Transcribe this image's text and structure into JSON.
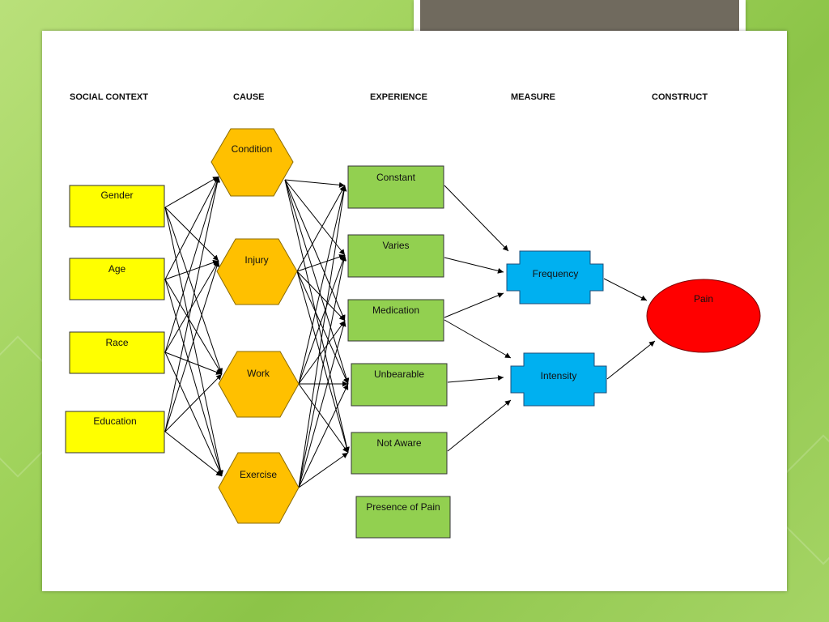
{
  "headers": {
    "social_context": "SOCIAL CONTEXT",
    "cause": "CAUSE",
    "experience": "EXPERIENCE",
    "measure": "MEASURE",
    "construct": "CONSTRUCT"
  },
  "nodes": {
    "gender": "Gender",
    "age": "Age",
    "race": "Race",
    "education": "Education",
    "condition": "Condition",
    "injury": "Injury",
    "work": "Work",
    "exercise": "Exercise",
    "constant": "Constant",
    "varies": "Varies",
    "medication": "Medication",
    "unbearable": "Unbearable",
    "not_aware": "Not Aware",
    "presence_of_pain": "Presence of Pain",
    "frequency": "Frequency",
    "intensity": "Intensity",
    "pain": "Pain"
  },
  "colors": {
    "social": "#ffff00",
    "cause": "#ffc000",
    "experience": "#92d050",
    "measure": "#00b0f0",
    "construct": "#ff0000"
  }
}
